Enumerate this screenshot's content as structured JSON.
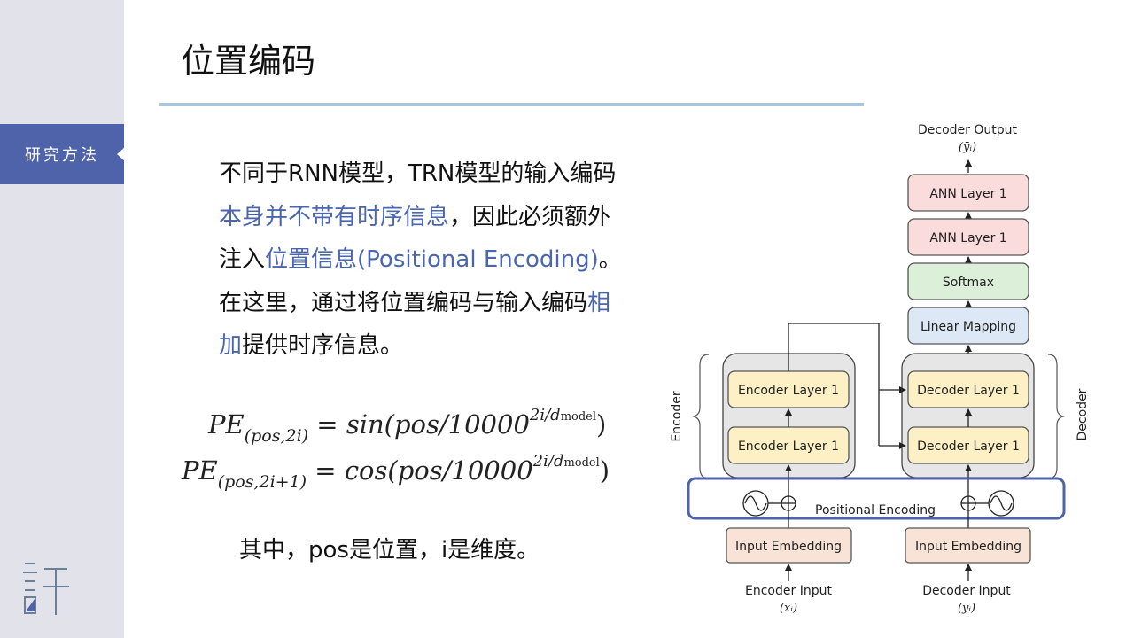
{
  "sidebar": {
    "section_label": "研究方法",
    "logo_icon": "xu-character-logo-icon"
  },
  "header": {
    "title": "位置编码"
  },
  "main": {
    "paragraph": [
      {
        "text": "不同于RNN模型，TRN模型的输入编码",
        "highlight": false
      },
      {
        "text": "本身并不带有时序信息",
        "highlight": true
      },
      {
        "text": "，因此必须额外注入",
        "highlight": false
      },
      {
        "text": "位置信息(Positional Encoding)",
        "highlight": true
      },
      {
        "text": "。在这里，通过将位置编码与输入编码",
        "highlight": false
      },
      {
        "text": "相加",
        "highlight": true
      },
      {
        "text": "提供时序信息。",
        "highlight": false
      }
    ],
    "formula1": {
      "lhs": "PE",
      "lhs_sub": "(pos,2i)",
      "rhs": "= sin(pos/10000",
      "exp": "2i/d",
      "exp_sub": "model",
      "close": ")"
    },
    "formula2": {
      "lhs": "PE",
      "lhs_sub": "(pos,2i+1)",
      "rhs": "= cos(pos/10000",
      "exp": "2i/d",
      "exp_sub": "model",
      "close": ")"
    },
    "note": "其中，pos是位置，i是维度。"
  },
  "diagram": {
    "decoder_output": "Decoder Output",
    "decoder_output_var": "(ȳᵢ)",
    "ann_layer_top": "ANN Layer 1",
    "ann_layer_bottom": "ANN Layer 1",
    "softmax": "Softmax",
    "linear_mapping": "Linear Mapping",
    "encoder_layer_top": "Encoder Layer 1",
    "encoder_layer_bottom": "Encoder Layer 1",
    "decoder_layer_top": "Decoder Layer 1",
    "decoder_layer_bottom": "Decoder Layer 1",
    "encoder_side_label": "Encoder",
    "decoder_side_label": "Decoder",
    "positional_encoding": "Positional Encoding",
    "encoder_embedding": "Input Embedding",
    "decoder_embedding": "Input Embedding",
    "encoder_input": "Encoder Input",
    "encoder_input_var": "(xᵢ)",
    "decoder_input": "Decoder Input",
    "decoder_input_var": "(yᵢ)",
    "colors": {
      "ann": "#fbdcdc",
      "softmax": "#dcefd9",
      "linear": "#dce8f5",
      "layer": "#fdf0c4",
      "embedding": "#f9e3d6",
      "stack": "#e6e6e6",
      "highlight_box": "#4e63a9"
    }
  }
}
